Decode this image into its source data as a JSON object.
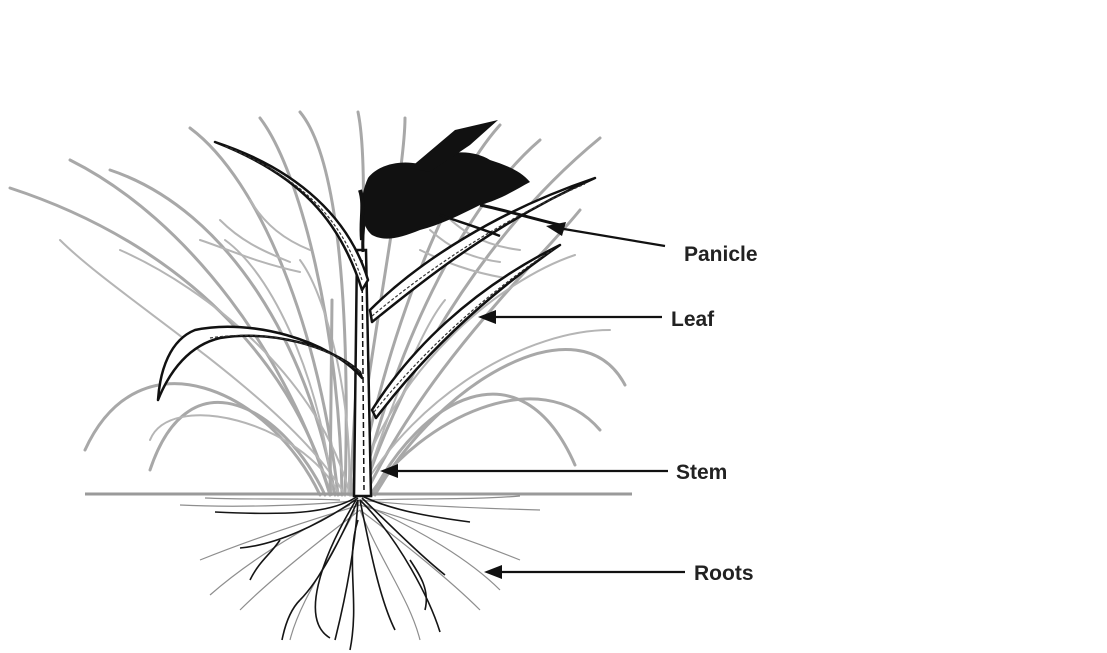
{
  "diagram": {
    "labels": {
      "panicle": "Panicle",
      "leaf": "Leaf",
      "stem": "Stem",
      "roots": "Roots"
    },
    "colors": {
      "background": "#ffffff",
      "foreground_plant": "#111111",
      "background_plants": "#a8a8a8",
      "label_text": "#222222"
    }
  }
}
